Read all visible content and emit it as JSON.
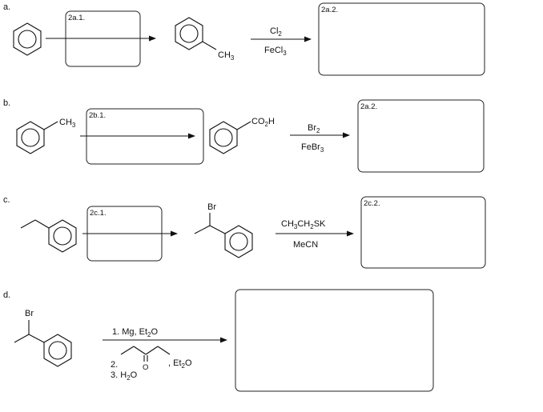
{
  "sections": [
    {
      "letter": "a.",
      "box1_label": "2a.1.",
      "reagent_top": {
        "pre": "Cl",
        "sub": "2",
        "post": ""
      },
      "reagent_bottom": {
        "pre": "FeCl",
        "sub": "3",
        "post": ""
      },
      "product_substituent": {
        "pre": "CH",
        "sub": "3",
        "post": ""
      },
      "box2_label": "2a.2."
    },
    {
      "letter": "b.",
      "start_substituent": {
        "pre": "CH",
        "sub": "3",
        "post": ""
      },
      "box1_label": "2b.1.",
      "product_substituent": {
        "pre": "CO",
        "sub": "2",
        "post": "H"
      },
      "reagent_top": {
        "pre": "Br",
        "sub": "2",
        "post": ""
      },
      "reagent_bottom": {
        "pre": "FeBr",
        "sub": "3",
        "post": ""
      },
      "box2_label": "2a.2."
    },
    {
      "letter": "c.",
      "box1_label": "2c.1.",
      "product_substituent": "Br",
      "reagent_top": {
        "p1": "CH",
        "s1": "3",
        "p2": "CH",
        "s2": "2",
        "p3": "SK"
      },
      "reagent_bottom": "MeCN",
      "box2_label": "2c.2."
    },
    {
      "letter": "d.",
      "start_substituent": "Br",
      "step1": {
        "pre": "1. Mg, Et",
        "sub": "2",
        "post": "O"
      },
      "step2_num": "2.",
      "ketone_oxygen": "O",
      "step2_solvent": {
        "pre": ", Et",
        "sub": "2",
        "post": "O"
      },
      "step3": {
        "pre": "3. H",
        "sub": "2",
        "post": "O"
      }
    }
  ]
}
